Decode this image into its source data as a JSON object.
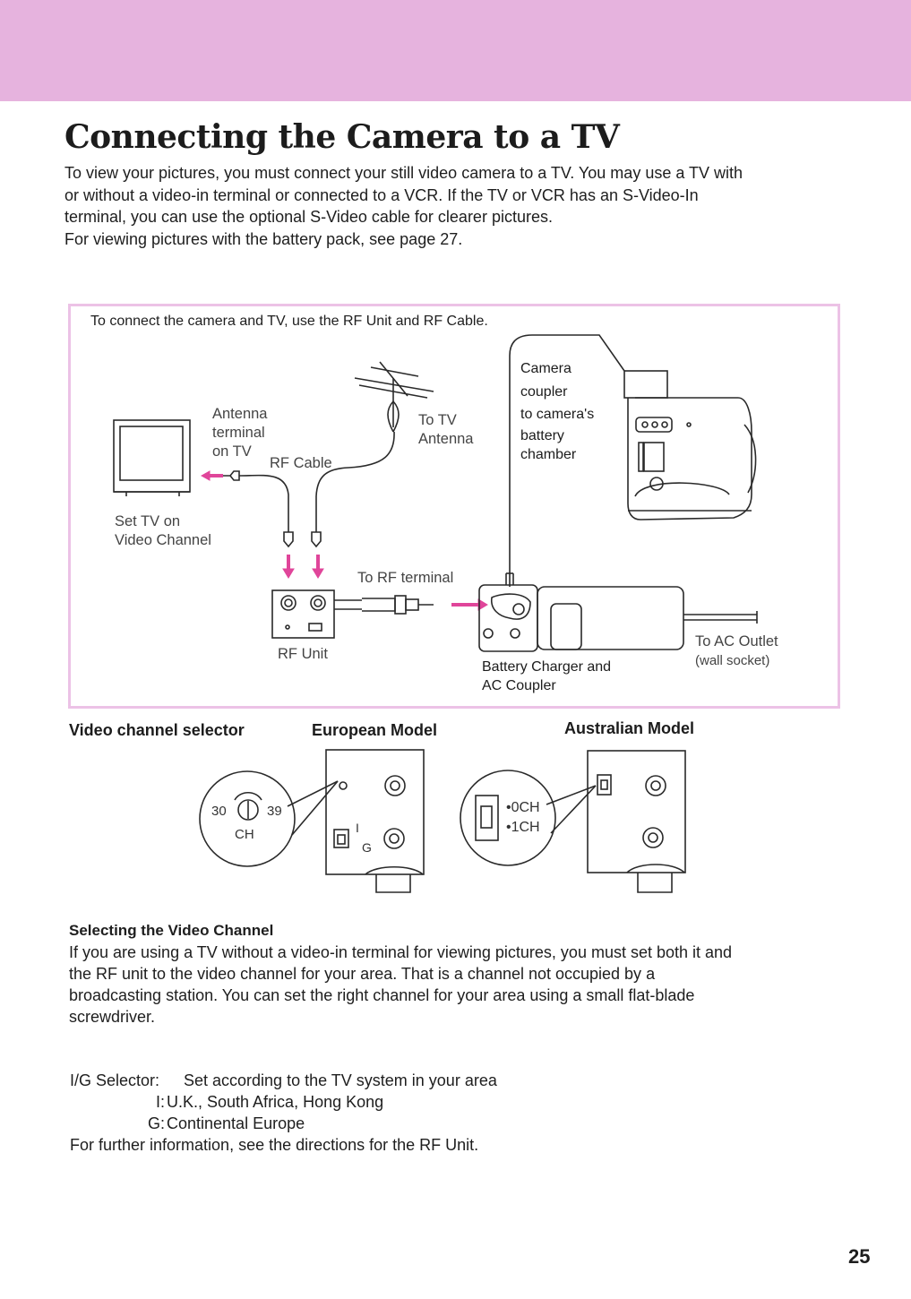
{
  "page": {
    "title": "Connecting the Camera to a TV",
    "number": "25"
  },
  "intro": {
    "paragraph1": "To view your pictures, you must connect your still video camera to a TV. You may use a TV with or without a video-in terminal or connected to a VCR. If the TV or VCR has an S-Video-In terminal, you can use the optional S-Video cable for clearer pictures.",
    "paragraph2": "For viewing pictures with the battery pack, see page 27."
  },
  "diagram": {
    "caption": "To connect the camera and TV, use the RF Unit and RF Cable.",
    "labels": {
      "antenna_terminal": [
        "Antenna",
        "terminal",
        "on TV"
      ],
      "rf_cable": "RF Cable",
      "to_tv_antenna": [
        "To TV",
        "Antenna"
      ],
      "camera_coupler": [
        "Camera",
        "coupler",
        "to camera's",
        "battery",
        "chamber"
      ],
      "set_tv": [
        "Set TV on",
        "Video Channel"
      ],
      "to_rf_terminal": "To RF terminal",
      "rf_unit": "RF Unit",
      "charger": [
        "Battery Charger and",
        "AC Coupler"
      ],
      "ac_outlet": [
        "To AC Outlet",
        "(wall socket)"
      ]
    },
    "icons": [
      "tv-icon",
      "antenna-icon",
      "camera-icon",
      "rf-unit-icon",
      "battery-charger-icon",
      "arrow-icon"
    ]
  },
  "selectors": {
    "video_channel_heading": "Video channel selector",
    "european_heading": "European Model",
    "australian_heading": "Australian Model",
    "european_dial": {
      "left": "30",
      "right": "39",
      "unit": "CH"
    },
    "european_switch": {
      "top": "I",
      "bottom": "G"
    },
    "australian_switch": {
      "option0": "•0CH",
      "option1": "•1CH"
    }
  },
  "section": {
    "title": "Selecting the Video Channel",
    "body": "If you are using a TV without a video-in terminal for viewing pictures, you must set both it and the RF unit to the video channel for your area. That is a channel not occupied by a broadcasting station. You can set the right channel for your area using a small flat-blade screwdriver."
  },
  "ig": {
    "label": "I/G Selector:",
    "description": "Set according to the TV system in your area",
    "i_key": "I:",
    "i_value": "U.K., South Africa, Hong Kong",
    "g_key": "G:",
    "g_value": "Continental Europe",
    "further": "For further information, see the directions for the RF Unit."
  },
  "colors": {
    "band": "#e6b3de",
    "frame": "#ecc2e6",
    "arrow": "#e0459a",
    "ink": "#1e1e1e"
  }
}
